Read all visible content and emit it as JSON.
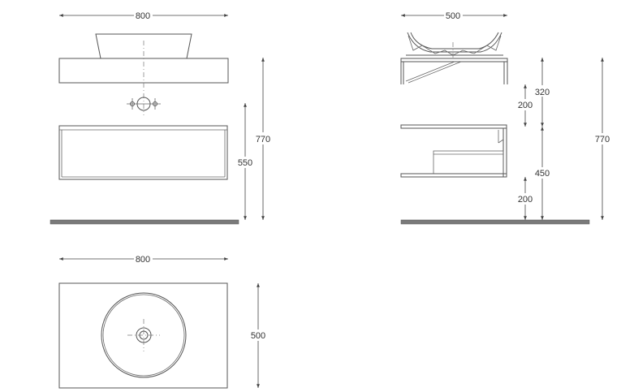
{
  "dimensions": {
    "front_width": "800",
    "front_total_height": "770",
    "front_cabinet_height": "550",
    "side_depth": "500",
    "side_top_offset": "320",
    "side_top_shelf_gap": "200",
    "side_total_height": "770",
    "side_cabinet_height": "450",
    "side_floor_gap": "200",
    "plan_width": "800",
    "plan_depth": "500"
  },
  "colors": {
    "line": "#555555",
    "ground": "#7a7a7a",
    "text": "#333333"
  }
}
